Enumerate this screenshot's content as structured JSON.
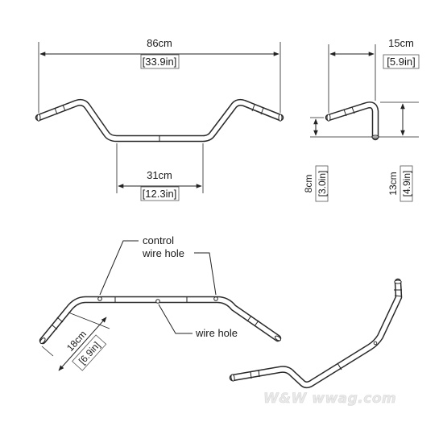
{
  "dimensions": {
    "overall_width_cm": "86cm",
    "overall_width_in": "[33.9in]",
    "center_width_cm": "31cm",
    "center_width_in": "[12.3in]",
    "pullback_cm": "15cm",
    "pullback_in": "[5.9in]",
    "rise_small_cm": "8cm",
    "rise_small_in": "[3.0in]",
    "rise_cm": "13cm",
    "rise_in": "[4.9in]",
    "grip_length_cm": "18cm",
    "grip_length_in": "[6.9in]"
  },
  "callouts": {
    "control_wire_hole_line1": "control",
    "control_wire_hole_line2": "wire hole",
    "wire_hole": "wire hole"
  },
  "watermark": {
    "text": "W&W wwag.com"
  },
  "colors": {
    "line": "#2a2a2a",
    "background": "#ffffff",
    "watermark": "#e0e0e0"
  }
}
